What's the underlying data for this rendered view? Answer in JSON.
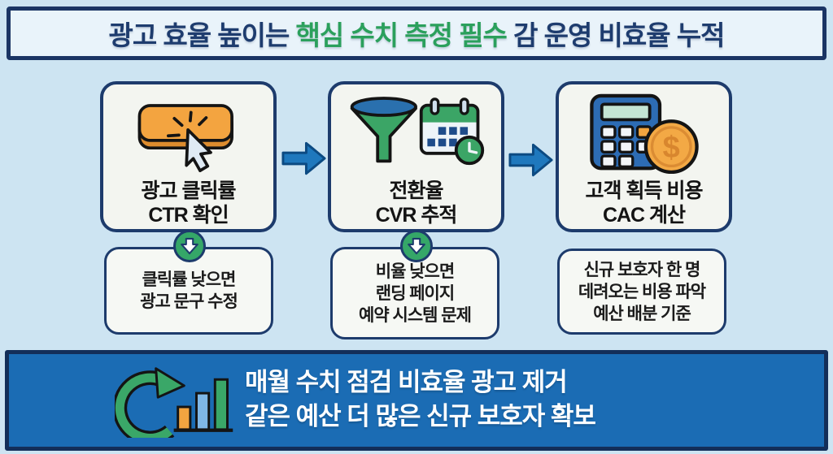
{
  "header": {
    "title_pre": "광고 효율 높이는 ",
    "title_highlight": "핵심 수치 측정 필수",
    "title_post": " 감 운영 비효율 누적"
  },
  "steps": [
    {
      "icon": "ad-click-button-cursor",
      "title_line1": "광고 클릭률",
      "title_line2": "CTR 확인",
      "note_line1": "클릭률 낮으면",
      "note_line2": "광고 문구 수정",
      "note_line3": ""
    },
    {
      "icon": "funnel-calendar-clock",
      "title_line1": "전환율",
      "title_line2": "CVR 추적",
      "note_line1": "비율 낮으면",
      "note_line2": "랜딩 페이지",
      "note_line3": "예약 시스템 문제"
    },
    {
      "icon": "calculator-dollar-coin",
      "title_line1": "고객 획득 비용",
      "title_line2": "CAC 계산",
      "note_line1": "신규 보호자 한 명",
      "note_line2": "데려오는 비용 파악",
      "note_line3": "예산 배분 기준"
    }
  ],
  "footer": {
    "line1": "매월 수치 점검 비효율 광고 제거",
    "line2": "같은 예산 더 많은 신규 보호자 확보"
  },
  "colors": {
    "page_bg": "#cde4f2",
    "banner_bg": "#e9f3fa",
    "navy": "#1a3464",
    "title_green": "#2ba05c",
    "card_bg": "#f3f5f0",
    "flow_arrow_blue": "#1f78bd",
    "step_circle_green": "#35a768",
    "footer_bg": "#1b6cb4",
    "accent_orange": "#f2a440"
  }
}
